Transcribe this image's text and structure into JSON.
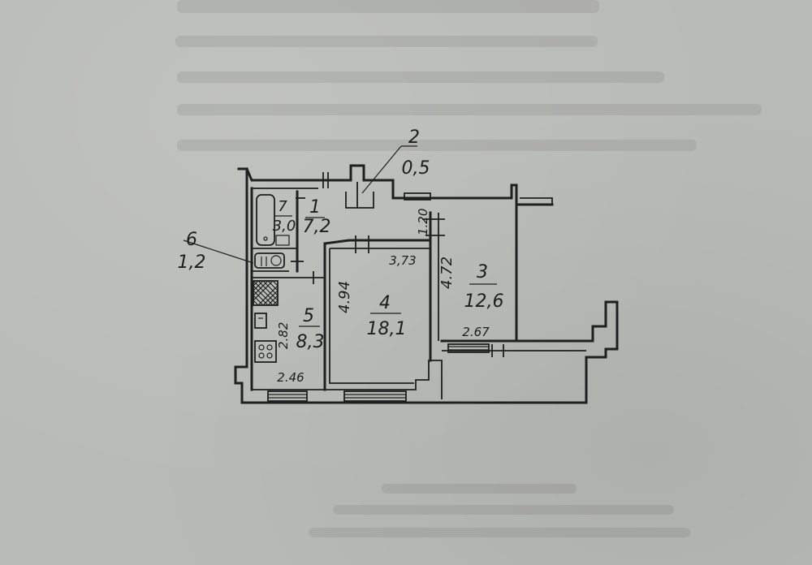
{
  "rooms": [
    {
      "id": "1",
      "area": "7,2"
    },
    {
      "id": "2",
      "area": "0,5"
    },
    {
      "id": "3",
      "area": "12,6"
    },
    {
      "id": "4",
      "area": "18,1"
    },
    {
      "id": "5",
      "area": "8,3"
    },
    {
      "id": "6",
      "area": "1,2"
    },
    {
      "id": "7",
      "area": "3,0"
    }
  ],
  "dimensions": {
    "d_120": "1.20",
    "d_373": "3,73",
    "d_472": "4.72",
    "d_494": "4.94",
    "d_282": "2.82",
    "d_246": "2.46",
    "d_267": "2.67"
  }
}
